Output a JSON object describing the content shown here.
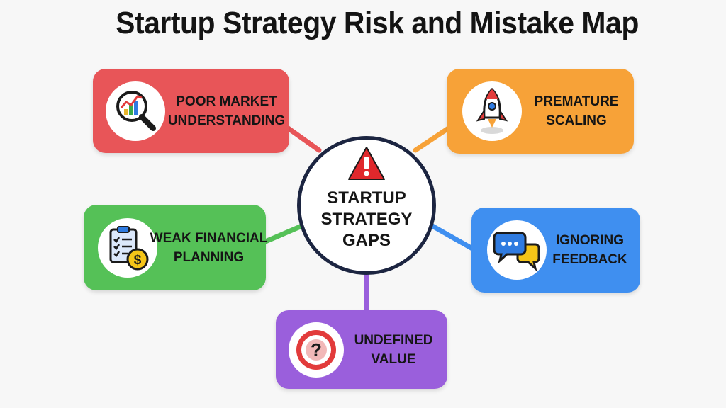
{
  "title": "Startup Strategy Risk and Mistake Map",
  "hub": {
    "lines": [
      "STARTUP",
      "STRATEGY",
      "GAPS"
    ],
    "icon": "warning-triangle-icon"
  },
  "nodes": {
    "market": {
      "lines": [
        "POOR MARKET",
        "UNDERSTANDING"
      ],
      "icon": "magnifier-chart-icon",
      "color": "#e85558"
    },
    "scaling": {
      "lines": [
        "PREMATURE",
        "SCALING"
      ],
      "icon": "rocket-icon",
      "color": "#f7a238"
    },
    "finance": {
      "lines": [
        "WEAK FINANCIAL",
        "PLANNING"
      ],
      "icon": "clipboard-dollar-icon",
      "color": "#55c157"
    },
    "feedback": {
      "lines": [
        "IGNORING",
        "FEEDBACK"
      ],
      "icon": "chat-bubbles-icon",
      "color": "#3f8ff0"
    },
    "value": {
      "lines": [
        "UNDEFINED",
        "VALUE"
      ],
      "icon": "target-question-icon",
      "color": "#9a5fdc"
    }
  }
}
